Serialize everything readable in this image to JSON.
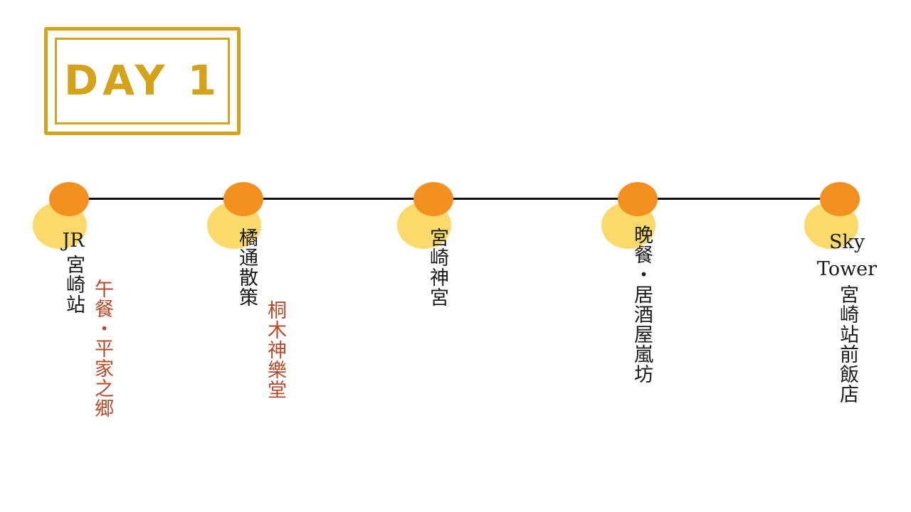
{
  "badge": {
    "text": "DAY 1"
  },
  "stops": [
    {
      "name": "JR宮崎站",
      "sub": "午餐・平家之郷"
    },
    {
      "name": "橘通散策",
      "sub": "桐木神樂堂"
    },
    {
      "name": "宮崎神宮",
      "sub": ""
    },
    {
      "name": "晚餐・居酒屋嵐坊",
      "sub": ""
    },
    {
      "name_line1": "Sky",
      "name_line2": "Tower",
      "name_cjk": "宮崎站前飯店",
      "sub": ""
    }
  ],
  "colors": {
    "gold": "#d4a319",
    "dot": "#f4901f",
    "blob": "#fbd96a",
    "sub_text": "#b84a2a"
  }
}
